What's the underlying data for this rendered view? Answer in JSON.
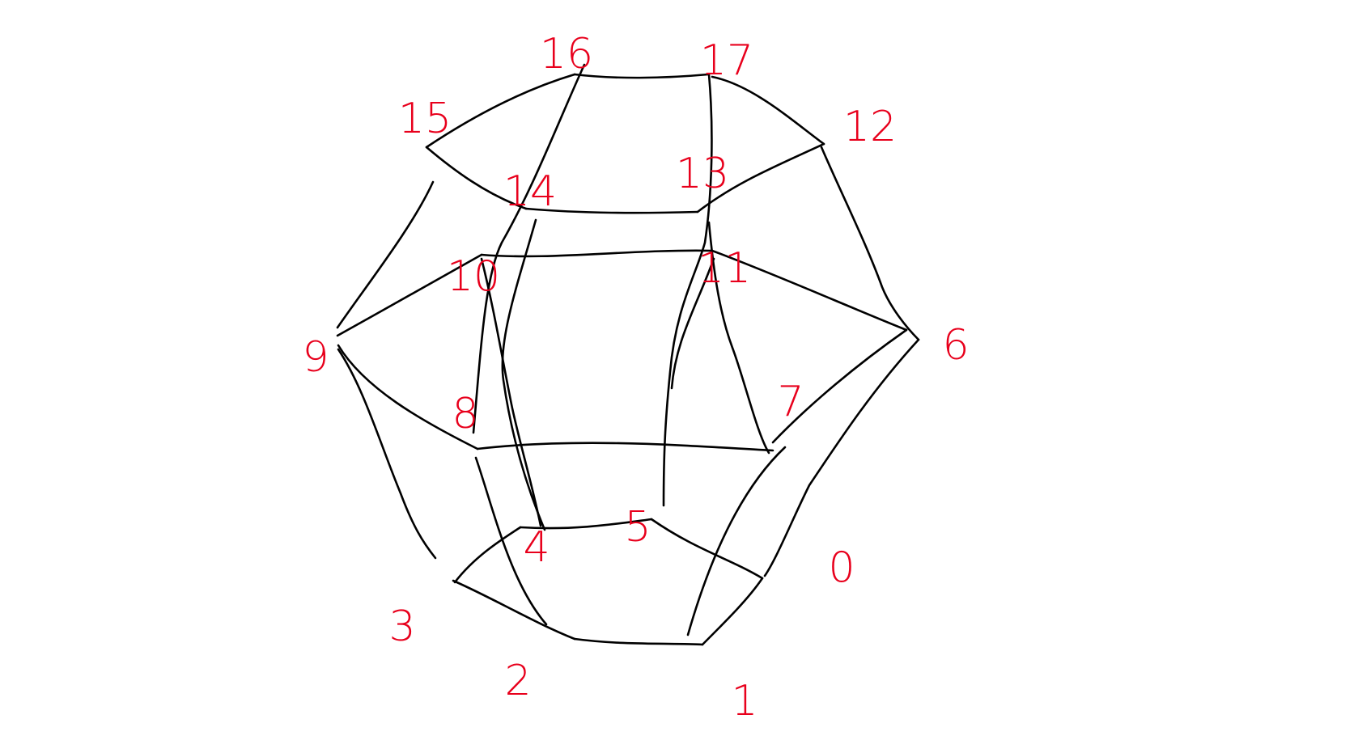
{
  "diagram": {
    "colors": {
      "edge": "#000000",
      "label": "#e8001c",
      "background": "#ffffff"
    },
    "vertices": [
      {
        "id": "v0",
        "label": "0"
      },
      {
        "id": "v1",
        "label": "1"
      },
      {
        "id": "v2",
        "label": "2"
      },
      {
        "id": "v3",
        "label": "3"
      },
      {
        "id": "v4",
        "label": "4"
      },
      {
        "id": "v5",
        "label": "5"
      },
      {
        "id": "v6",
        "label": "6"
      },
      {
        "id": "v7",
        "label": "7"
      },
      {
        "id": "v8",
        "label": "8"
      },
      {
        "id": "v9",
        "label": "9"
      },
      {
        "id": "v10",
        "label": "10"
      },
      {
        "id": "v11",
        "label": "11"
      },
      {
        "id": "v12",
        "label": "12"
      },
      {
        "id": "v13",
        "label": "13"
      },
      {
        "id": "v14",
        "label": "14"
      },
      {
        "id": "v15",
        "label": "15"
      },
      {
        "id": "v16",
        "label": "16"
      },
      {
        "id": "v17",
        "label": "17"
      }
    ]
  }
}
